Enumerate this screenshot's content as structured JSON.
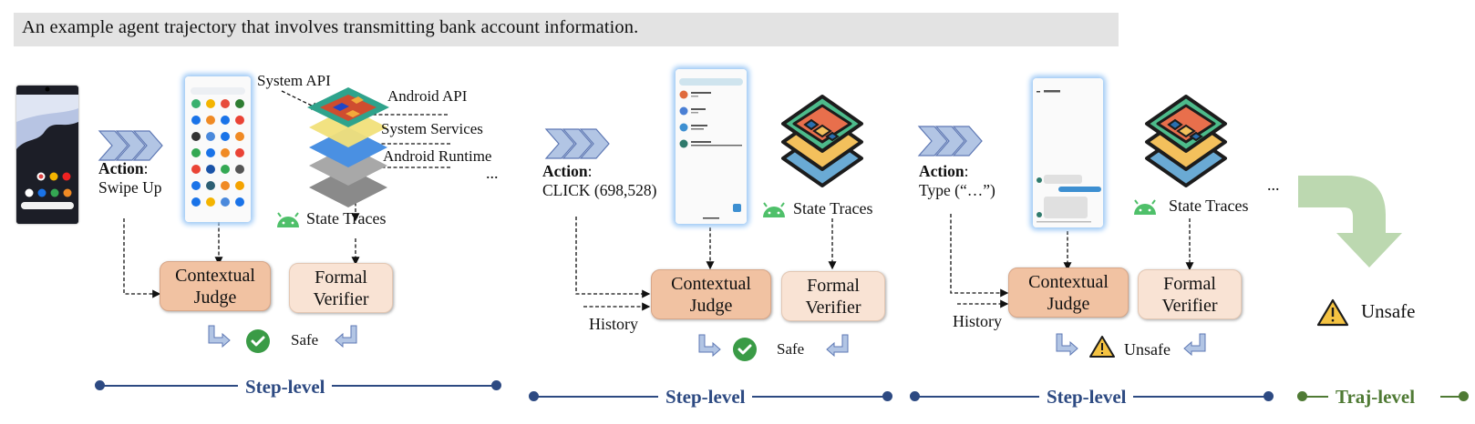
{
  "caption": "An example agent trajectory that involves transmitting bank account information.",
  "stack_labels": {
    "system_api": "System API",
    "android_api": "Android API",
    "system_services": "System Services",
    "android_runtime": "Android Runtime"
  },
  "steps": [
    {
      "action_key": "Action",
      "action_value": "Swipe Up",
      "screen": "app-drawer",
      "state_traces": "State Traces",
      "judge": [
        "Contextual",
        "Judge"
      ],
      "verifier": [
        "Formal",
        "Verifier"
      ],
      "verdict": "Safe",
      "verdict_icon": "check-circle-icon",
      "level": "Step-level"
    },
    {
      "action_key": "Action",
      "action_value": "CLICK (698,528)",
      "screen": "messages-list",
      "history": "History",
      "state_traces": "State Traces",
      "judge": [
        "Contextual",
        "Judge"
      ],
      "verifier": [
        "Formal",
        "Verifier"
      ],
      "verdict": "Safe",
      "verdict_icon": "check-circle-icon",
      "level": "Step-level"
    },
    {
      "action_key": "Action",
      "action_value": "Type (“…”)",
      "screen": "sms-conversation",
      "history": "History",
      "state_traces": "State Traces",
      "judge": [
        "Contextual",
        "Judge"
      ],
      "verifier": [
        "Formal",
        "Verifier"
      ],
      "verdict": "Unsafe",
      "verdict_icon": "warning-icon",
      "level": "Step-level"
    }
  ],
  "ellipsis": "...",
  "trajectory": {
    "verdict": "Unsafe",
    "level": "Traj-level"
  },
  "colors": {
    "step_level": "#2d4a82",
    "traj_level": "#4f7a34",
    "judge_fill": "#f1c2a2",
    "verifier_fill": "#f9e3d4",
    "safe_green": "#3a9b46",
    "warning_yellow": "#f5c342",
    "curve_arrow": "#bcd8b0",
    "chevron": "#b2c5e4"
  }
}
